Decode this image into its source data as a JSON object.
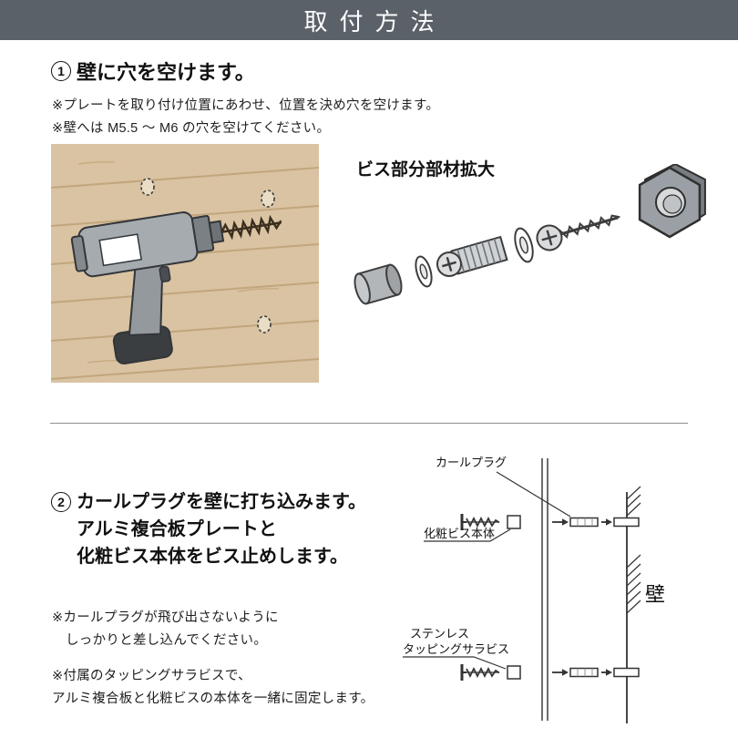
{
  "header": {
    "title": "取付方法"
  },
  "step1": {
    "number": "1",
    "title": "壁に穴を空けます。",
    "notes": [
      "※プレートを取り付け位置にあわせ、位置を決め穴を空けます。",
      "※壁へは M5.5 ～ M6 の穴を空けてください。"
    ],
    "parts_diagram_title": "ビス部分部材拡大"
  },
  "step2": {
    "number": "2",
    "title_lines": [
      "カールプラグを壁に打ち込みます。",
      "アルミ複合板プレートと",
      "化粧ビス本体をビス止めします。"
    ],
    "note1_lines": [
      "※カールプラグが飛び出さないように",
      "しっかりと差し込んでください。"
    ],
    "note2_lines": [
      "※付属のタッピングサラビスで、",
      "アルミ複合板と化粧ビスの本体を一緒に固定します。"
    ],
    "diagram_labels": {
      "curl_plug": "カールプラグ",
      "screw_body": "化粧ビス本体",
      "tapping_line1": "ステンレス",
      "tapping_line2": "タッピングサラビス",
      "wall": "壁"
    }
  },
  "colors": {
    "header_bg": "#5a6169",
    "wood": "#d9c3a2",
    "text": "#1e1e1e"
  }
}
